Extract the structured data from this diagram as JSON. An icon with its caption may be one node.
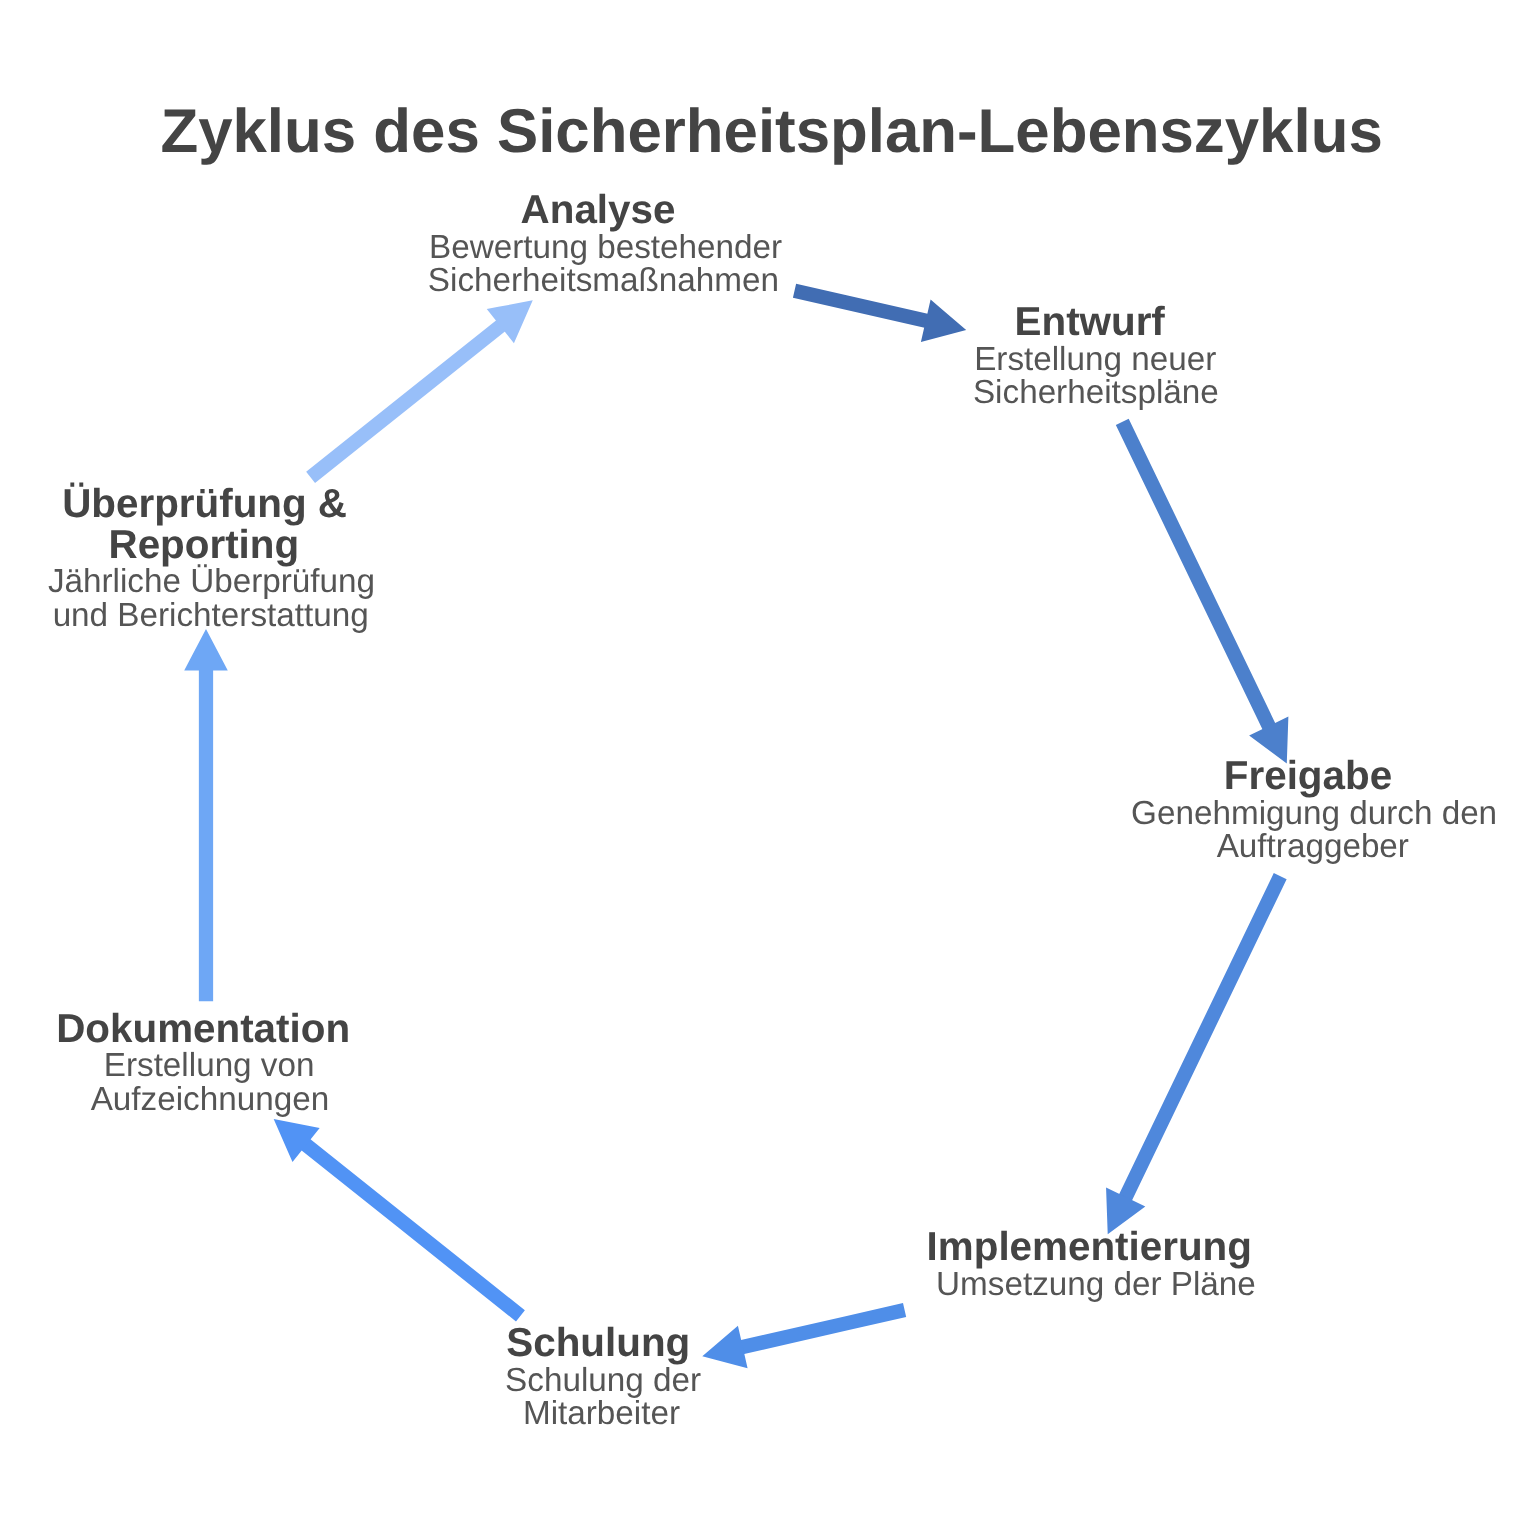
{
  "diagram": {
    "title": "Zyklus des Sicherheitsplan-Lebenszyklus",
    "nodes": [
      {
        "text": [
          "Analyse",
          "Bewertung bestehender Sicherheitsmaßnahmen"
        ]
      },
      {
        "text": [
          "Entwurf",
          "Erstellung neuer Sicherheitspläne"
        ]
      },
      {
        "text": [
          "Freigabe",
          "Genehmigung durch den Auftraggeber"
        ]
      },
      {
        "text": [
          "Implementierung",
          "Umsetzung der Pläne"
        ]
      },
      {
        "text": [
          "Schulung",
          "Schulung der Mitarbeiter"
        ]
      },
      {
        "text": [
          "Dokumentation",
          "Erstellung von Aufzeichnungen"
        ]
      },
      {
        "text": [
          "Überprüfung & Reporting",
          "Jährliche Überprüfung und Berichterstattung"
        ]
      }
    ],
    "edges": [
      {
        "from": 0,
        "to": 1,
        "arrow": "to",
        "color": "#416db3"
      },
      {
        "from": 1,
        "to": 2,
        "arrow": "to",
        "color": "#4c80cc"
      },
      {
        "from": 2,
        "to": 3,
        "arrow": "to",
        "color": "#4f88dc"
      },
      {
        "from": 3,
        "to": 4,
        "arrow": "to",
        "color": "#4f8ee8"
      },
      {
        "from": 4,
        "to": 5,
        "arrow": "to",
        "color": "#5193f5"
      },
      {
        "from": 5,
        "to": 6,
        "arrow": "to",
        "color": "#6ea7f5"
      },
      {
        "from": 6,
        "to": 0,
        "arrow": "to",
        "color": "#98bff9"
      }
    ]
  }
}
